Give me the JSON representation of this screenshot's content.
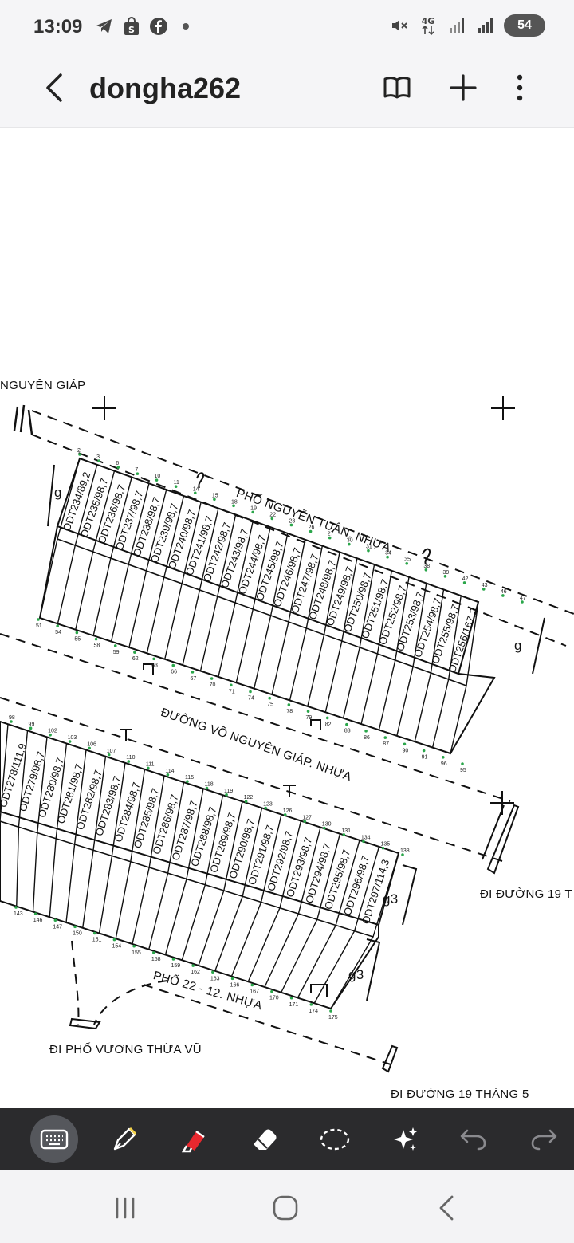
{
  "status_bar": {
    "time": "13:09",
    "left_icons": [
      "telegram-icon",
      "shopping-bag-icon",
      "facebook-icon",
      "dot-icon"
    ],
    "right_icons": [
      "mute-icon",
      "network-4g-icon",
      "signal-icon",
      "signal-icon"
    ],
    "battery_level": "54"
  },
  "app_bar": {
    "title": "dongha262",
    "actions": [
      "book-icon",
      "plus-icon",
      "more-vert-icon"
    ]
  },
  "map": {
    "labels": {
      "nguyen_giap": "NGUYÊN GIÁP",
      "pho_nguyen_tuan": "PHỐ NGUYỄN TUÂN. NHỰA",
      "duong_vo_nguyen_giap": "ĐƯỜNG VÕ NGUYÊN GIÁP. NHỰA",
      "di_duong_19_t": "ĐI ĐƯỜNG 19 T",
      "pho_22_12": "PHỐ 22 - 12. NHỰA",
      "di_pho_vuong_thua_vu": "ĐI PHỐ VƯƠNG THỪA VŨ",
      "di_duong_19_thang_5": "ĐI ĐƯỜNG 19 THÁNG 5",
      "g_left": "g",
      "g_right": "g",
      "g3_a": "g3",
      "g3_b": "g3"
    },
    "upper_lots": [
      "ODT234/89,2",
      "ODT235/98,7",
      "ODT236/98,7",
      "ODT237/98,7",
      "ODT238/98,7",
      "ODT239/98,7",
      "ODT240/98,7",
      "ODT241/98,7",
      "ODT242/98,7",
      "ODT243/98,7",
      "ODT244/98,7",
      "ODT245/98,7",
      "ODT246/98,7",
      "ODT247/98,7",
      "ODT248/98,7",
      "ODT249/98,7",
      "ODT250/98,7",
      "ODT251/98,7",
      "ODT252/98,7",
      "ODT253/98,7",
      "ODT254/98,7",
      "ODT255/98,7",
      "ODT256/167,2"
    ],
    "lower_lots": [
      "ODT278/111,9",
      "ODT279/98,7",
      "ODT280/98,7",
      "ODT281/98,7",
      "ODT282/98,7",
      "ODT283/98,7",
      "ODT284/98,7",
      "ODT285/98,7",
      "ODT286/98,7",
      "ODT287/98,7",
      "ODT288/98,7",
      "ODT289/98,7",
      "ODT290/98,7",
      "ODT291/98,7",
      "ODT292/98,7",
      "ODT293/98,7",
      "ODT294/98,7",
      "ODT295/98,7",
      "ODT296/98,7",
      "ODT297/114,3"
    ],
    "upper_top_points": [
      "2",
      "3",
      "6",
      "7",
      "10",
      "11",
      "14",
      "15",
      "18",
      "19",
      "22",
      "23",
      "26",
      "27",
      "30",
      "31",
      "34",
      "35",
      "38",
      "39",
      "42",
      "43",
      "46",
      "47"
    ],
    "upper_bottom_points": [
      "51",
      "54",
      "55",
      "58",
      "59",
      "62",
      "63",
      "66",
      "67",
      "70",
      "71",
      "74",
      "75",
      "78",
      "79",
      "82",
      "83",
      "86",
      "87",
      "90",
      "91",
      "96",
      "95"
    ],
    "lower_top_points": [
      "98",
      "99",
      "102",
      "103",
      "106",
      "107",
      "110",
      "111",
      "114",
      "115",
      "118",
      "119",
      "122",
      "123",
      "126",
      "127",
      "130",
      "131",
      "134",
      "135",
      "138"
    ],
    "lower_bottom_points": [
      "143",
      "146",
      "147",
      "150",
      "151",
      "154",
      "155",
      "158",
      "159",
      "162",
      "163",
      "166",
      "167",
      "170",
      "171",
      "174",
      "175"
    ]
  },
  "toolbar": {
    "tools": [
      "keyboard-icon",
      "fountain-pen-icon",
      "highlighter-icon",
      "eraser-icon",
      "lasso-select-icon",
      "ai-sparkle-icon",
      "undo-icon",
      "redo-icon"
    ]
  },
  "nav_bar": {
    "buttons": [
      "recent-apps-icon",
      "home-icon",
      "back-nav-icon"
    ]
  }
}
